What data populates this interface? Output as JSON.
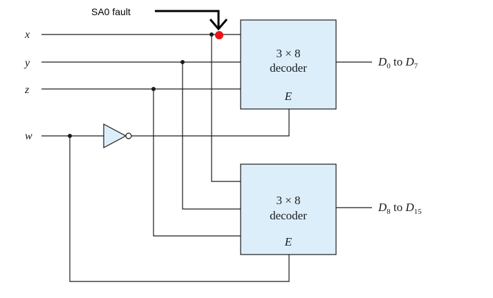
{
  "fault": {
    "label": "SA0 fault",
    "color": "#e8141b"
  },
  "inputs": {
    "x": "x",
    "y": "y",
    "z": "z",
    "w": "w"
  },
  "decoder_top": {
    "size_line": "3 × 8",
    "name_line": "decoder",
    "enable": "E",
    "output_lead": "D",
    "output_lead_sub": "0",
    "output_mid": " to ",
    "output_tail": "D",
    "output_tail_sub": "7"
  },
  "decoder_bottom": {
    "size_line": "3 × 8",
    "name_line": "decoder",
    "enable": "E",
    "output_lead": "D",
    "output_lead_sub": "8",
    "output_mid": " to ",
    "output_tail": "D",
    "output_tail_sub": "15"
  },
  "colors": {
    "decoder_fill": "#dceefa",
    "wire": "#1a1a1a"
  }
}
